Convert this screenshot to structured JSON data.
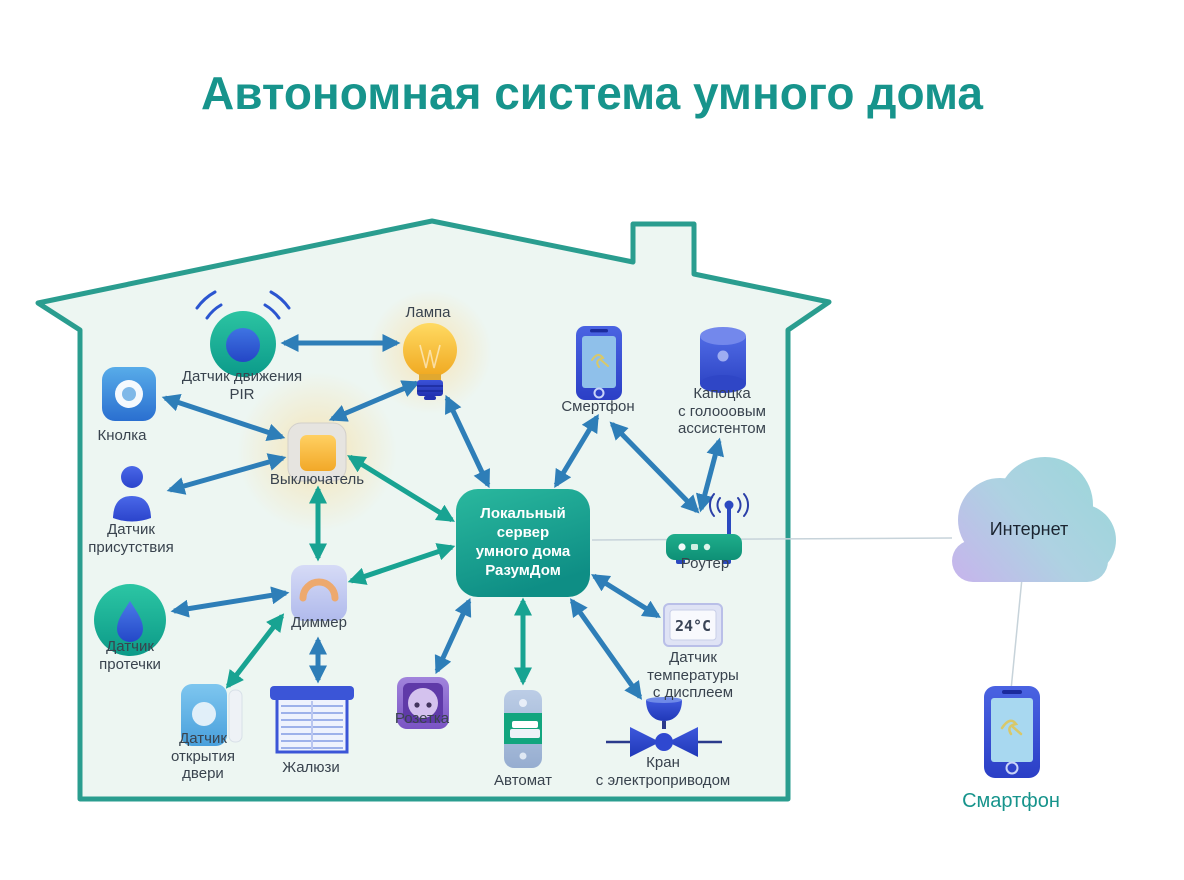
{
  "title": "Автономная система умного дома",
  "colors": {
    "title": "#17948C",
    "label": "#39434E",
    "house_outline": "#2A9D8F",
    "house_fill": "#EDF6F2",
    "arrow_blue": "#2E7EB8",
    "arrow_teal": "#18A392",
    "server_fill_top": "#2AB89E",
    "server_fill_bottom": "#0E8E85"
  },
  "nodes": {
    "pir": {
      "label": "Датчик движения\nPIR"
    },
    "button": {
      "label": "Кнолка"
    },
    "presence": {
      "label": "Датчик\nприсутствия"
    },
    "leak": {
      "label": "Датчик\nпротечки"
    },
    "door": {
      "label": "Датчик\nоткрытия\nдвери"
    },
    "blinds": {
      "label": "Жалюзи"
    },
    "switch": {
      "label": "Выключатель"
    },
    "dimmer": {
      "label": "Диммер"
    },
    "lamp": {
      "label": "Лампа"
    },
    "socket": {
      "label": "Розетка"
    },
    "breaker": {
      "label": "Автомат"
    },
    "server": {
      "label": "Локальный\nсервер\nумного дома\nРазумДом"
    },
    "smartphone_inside": {
      "label": "Смертфон"
    },
    "speaker": {
      "label": "Капоцка\nс голооовым\nассистентом"
    },
    "router": {
      "label": "Роутер"
    },
    "temperature": {
      "label": "Датчик\nтемпературы\nс дисплеем",
      "display": "24°C"
    },
    "valve": {
      "label": "Кран\nс электроприводом"
    },
    "internet": {
      "label": "Интернет"
    },
    "smartphone_outside": {
      "label": "Смартфон"
    }
  },
  "connections": [
    {
      "from": "pir",
      "to": "lamp",
      "style": "blue-double-arrow"
    },
    {
      "from": "button",
      "to": "switch",
      "style": "blue-double-arrow"
    },
    {
      "from": "presence",
      "to": "switch",
      "style": "blue-double-arrow"
    },
    {
      "from": "switch",
      "to": "lamp",
      "style": "blue-double-arrow"
    },
    {
      "from": "lamp",
      "to": "server",
      "style": "blue-double-arrow"
    },
    {
      "from": "server",
      "to": "smartphone_inside",
      "style": "blue-double-arrow"
    },
    {
      "from": "router",
      "to": "smartphone_inside",
      "style": "blue-double-arrow"
    },
    {
      "from": "router",
      "to": "speaker",
      "style": "blue-double-arrow"
    },
    {
      "from": "dimmer",
      "to": "blinds",
      "style": "blue-double-arrow"
    },
    {
      "from": "leak",
      "to": "dimmer",
      "style": "blue-double-arrow"
    },
    {
      "from": "server",
      "to": "socket",
      "style": "blue-double-arrow"
    },
    {
      "from": "server",
      "to": "valve",
      "style": "blue-double-arrow"
    },
    {
      "from": "server",
      "to": "temperature",
      "style": "blue-double-arrow"
    },
    {
      "from": "switch",
      "to": "server",
      "style": "teal-double-arrow"
    },
    {
      "from": "switch",
      "to": "dimmer",
      "style": "teal-double-arrow"
    },
    {
      "from": "dimmer",
      "to": "server",
      "style": "teal-double-arrow"
    },
    {
      "from": "dimmer",
      "to": "door",
      "style": "teal-double-arrow"
    },
    {
      "from": "server",
      "to": "breaker",
      "style": "teal-double-arrow"
    },
    {
      "from": "server",
      "to": "router",
      "style": "thin-line"
    },
    {
      "from": "router",
      "to": "internet",
      "style": "thin-line"
    },
    {
      "from": "internet",
      "to": "smartphone_outside",
      "style": "thin-line"
    }
  ]
}
